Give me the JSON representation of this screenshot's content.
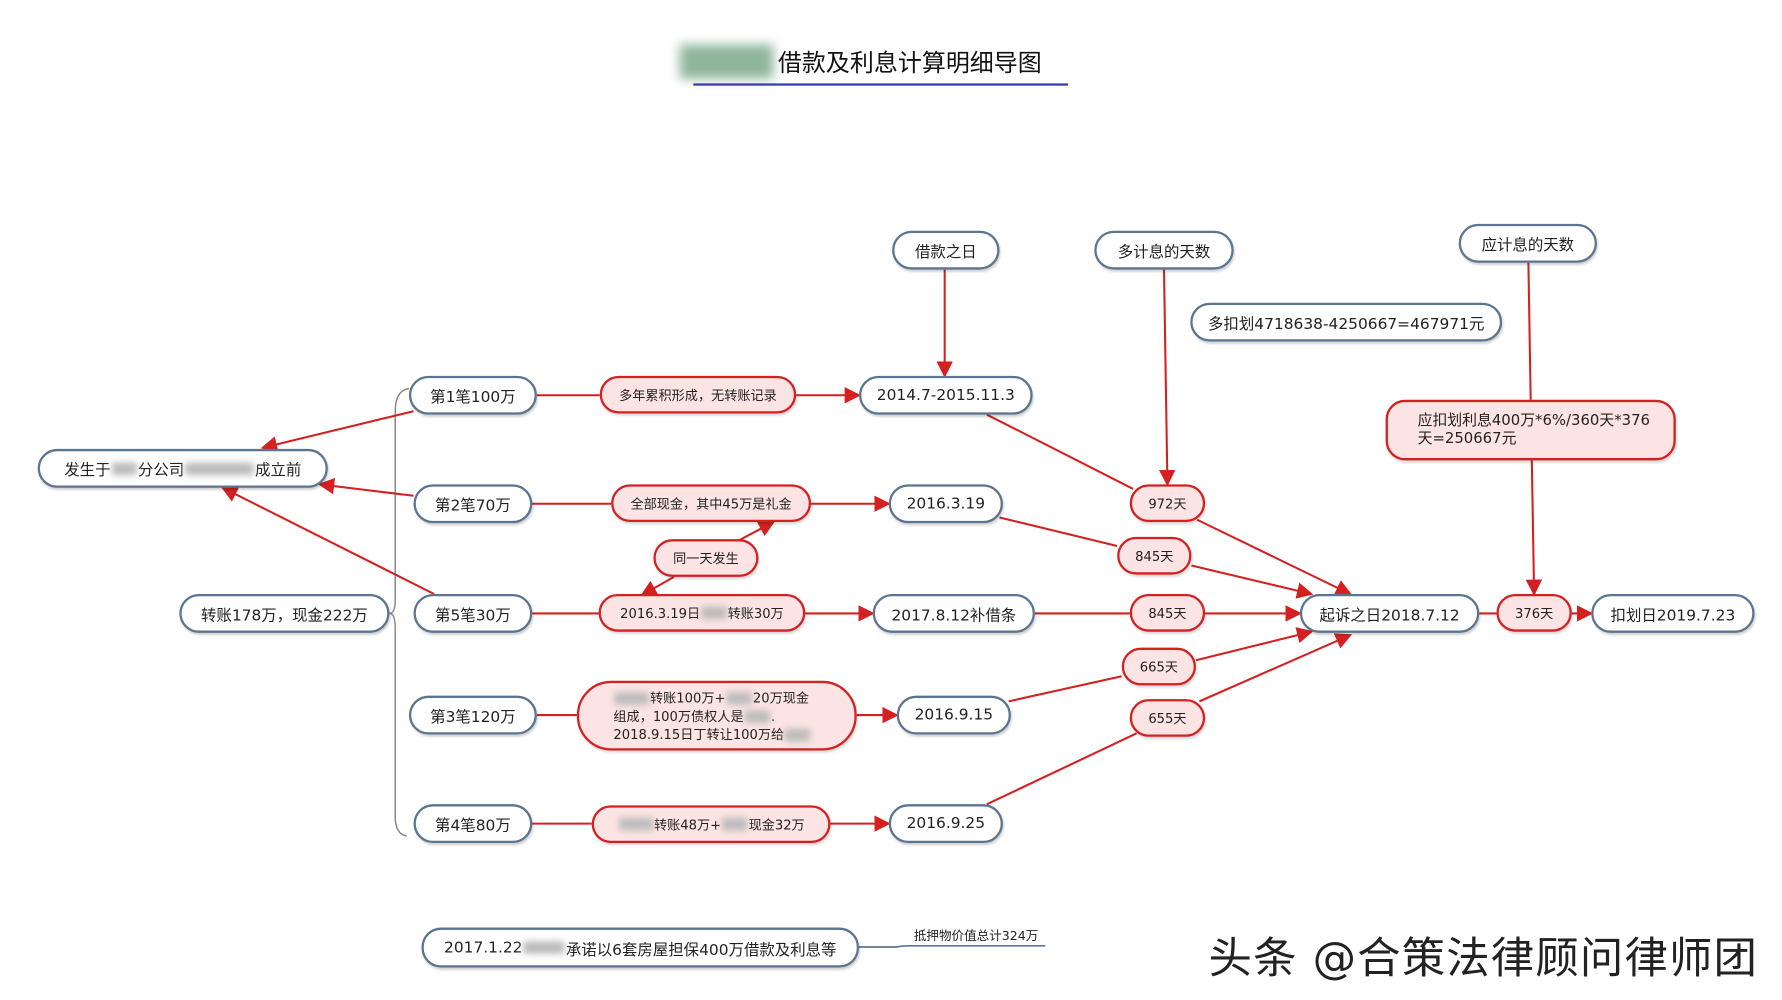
{
  "title": "借款及利息计算明细导图",
  "colors": {
    "edge": "#d42020",
    "node_border": "#5b7590",
    "red_fill": "#fde4e4",
    "bracket": "#888888"
  },
  "headers": {
    "loan_date": "借款之日",
    "extra_days": "多计息的天数",
    "due_days": "应计息的天数"
  },
  "over_deduct": "多扣划4718638-4250667=467971元",
  "due_interest": "应扣划利息400万*6%/360天*376天=250667元",
  "origin": {
    "prefix": "发生于",
    "mid": "分公司",
    "suffix": "成立前"
  },
  "summary": "转账178万，现金222万",
  "loans": {
    "l1": {
      "label": "第1笔100万",
      "desc": "多年累积形成，无转账记录",
      "date": "2014.7-2015.11.3",
      "days": "972天"
    },
    "l2": {
      "label": "第2笔70万",
      "desc": "全部现金，其中45万是礼金",
      "date": "2016.3.19",
      "days": "845天"
    },
    "l5": {
      "label": "第5笔30万",
      "desc_a": "2016.3.19日",
      "desc_b": "转账30万",
      "date": "2017.8.12补借条",
      "days": "845天"
    },
    "l3": {
      "label": "第3笔120万",
      "desc_1a": "转账100万+",
      "desc_1b": "20万现金",
      "desc_2a": "组成，100万债权人是",
      "desc_2b": ".",
      "desc_3": "2018.9.15日丁转让100万给",
      "date": "2016.9.15",
      "days": "665天"
    },
    "l4": {
      "label": "第4笔80万",
      "desc_a": "转账48万+",
      "desc_b": "现金32万",
      "date": "2016.9.25",
      "days": "655天"
    }
  },
  "same_day": "同一天发生",
  "suit_date": "起诉之日2018.7.12",
  "due_count": "376天",
  "deduct_date": "扣划日2019.7.23",
  "promise": {
    "a": "2017.1.22",
    "b": "承诺以6套房屋担保400万借款及利息等"
  },
  "collateral_note": "抵押物价值总计324万",
  "watermark": "头条 @合策法律顾问律师团"
}
